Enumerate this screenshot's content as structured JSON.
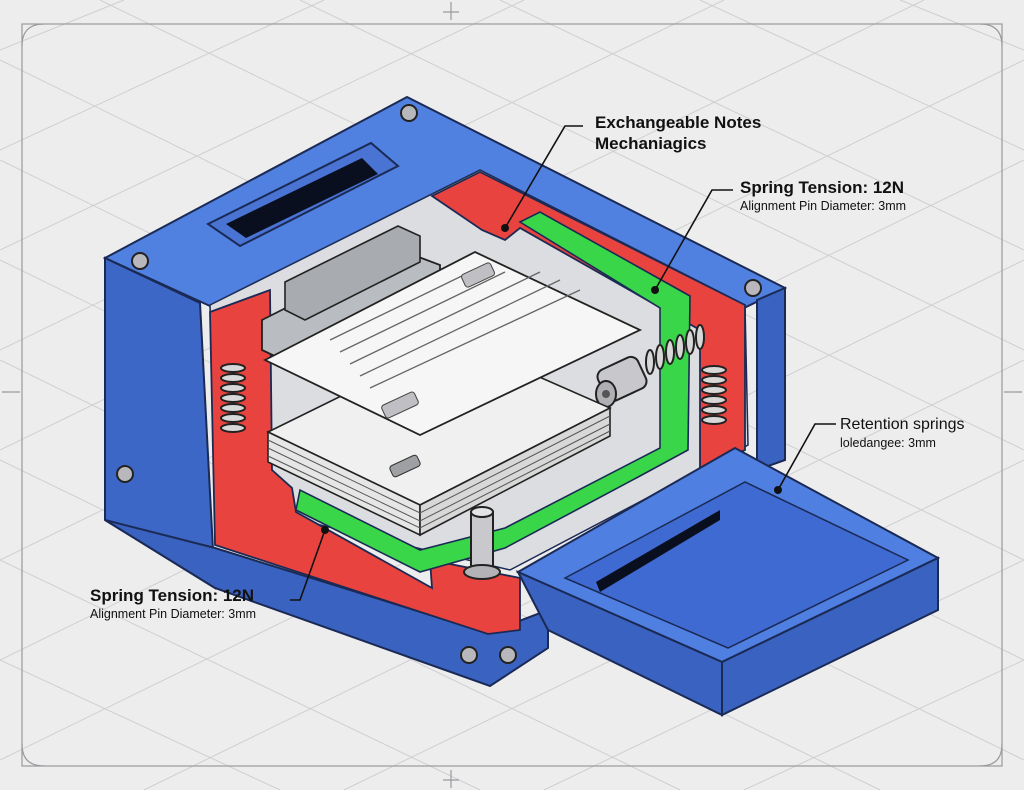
{
  "callouts": {
    "mechanism": {
      "line1": "Exchangeable Notes",
      "line2": "Mechaniagics"
    },
    "spring_top": {
      "title": "Spring Tension: 12N",
      "detail": "Alignment Pin Diameter: 3mm"
    },
    "retention": {
      "title": "Retention springs",
      "detail": "loledangee: 3mm"
    },
    "spring_bottom": {
      "title": "Spring Tension: 12N",
      "detail": "Alignment Pin Diameter: 3mm"
    }
  },
  "colors": {
    "housing": "#4a76d8",
    "inner_frame": "#e8433f",
    "guide_rail": "#3ad64a",
    "metal": "#b9bcc0",
    "paper": "#f4f4f4",
    "grid": "#c9c9cc"
  }
}
